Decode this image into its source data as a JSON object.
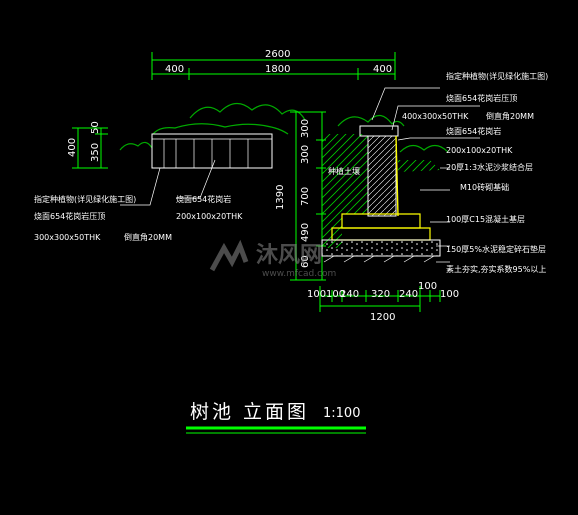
{
  "title": {
    "main": "树池 立面图",
    "scale": "1:100"
  },
  "dimensions": {
    "top_overall": "2600",
    "top_left": "400",
    "top_mid": "1800",
    "top_right": "400",
    "left_outer": "400",
    "left_inner_top": "50",
    "left_inner_bottom": "350",
    "vert_a": "300",
    "vert_b": "300",
    "vert_c": "700",
    "vert_d": "490",
    "vert_total": "1390",
    "vert_small": "60",
    "bottom_segments": [
      "100",
      "100",
      "240",
      "320",
      "240",
      "100",
      "100"
    ],
    "bottom_total": "1200"
  },
  "labels": {
    "right_plant": "指定种植物(详见绿化施工图)",
    "right_stone_top": "烧面654花岗岩压顶",
    "right_stone_top_size": "400x300x50THK",
    "right_stone_top_chamfer": "倒直角20MM",
    "right_stone_face": "烧面654花岗岩",
    "right_stone_face_size": "200x100x20THK",
    "right_mortar": "20厚1:3水泥沙浆结合层",
    "right_brick": "M10砖砌基础",
    "right_c15": "100厚C15混凝土基层",
    "right_gravel": "150厚5%水泥稳定碎石垫层",
    "right_soil": "素土夯实,夯实系数95%以上",
    "left_plant": "指定种植物(详见绿化施工图)",
    "left_stone_top": "烧面654花岗岩压顶",
    "left_stone_top_size": "300x300x50THK",
    "left_chamfer": "倒直角20MM",
    "mid_stone": "烧面654花岗岩",
    "mid_stone_size": "200x100x20THK",
    "planting_soil": "种植土壤"
  },
  "watermark": {
    "brand": "沐风网",
    "url": "www.mfcad.com"
  },
  "colors": {
    "background": "#000000",
    "dim_lines": "#00ff00",
    "outline": "#ffffff",
    "soil": "#00cc00",
    "concrete": "#ffff00",
    "tree": "#00aa00",
    "title_underline": "#00ff00"
  }
}
